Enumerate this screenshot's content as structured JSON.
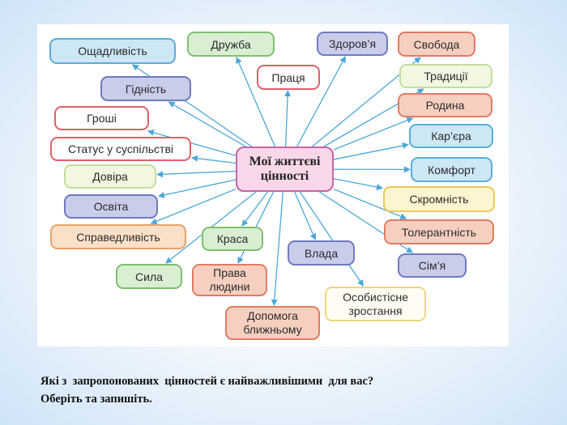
{
  "diagram": {
    "center": {
      "line1": "Мої життєві",
      "line2": "цінності"
    },
    "nodes": {
      "oshchadlyvist": "Ощадливість",
      "druzhba": "Дружба",
      "zdorovya": "Здоров’я",
      "svoboda": "Свобода",
      "pratsia": "Праця",
      "tradytsii": "Традиції",
      "hidnist": "Гідність",
      "rodyna": "Родина",
      "hroshi": "Гроші",
      "karyera": "Кар’єра",
      "status_line1": "Статус у суспільстві",
      "komfort": "Комфорт",
      "dovira": "Довіра",
      "osvita": "Освіта",
      "skromnist": "Скромність",
      "tolerantnist": "Толерантність",
      "spravedlyvist": "Справедливість",
      "krasa": "Краса",
      "vlada": "Влада",
      "simya": "Сім’я",
      "syla": "Сила",
      "prava_line1": "Права",
      "prava_line2": "людини",
      "osobyste_line1": "Особистісне",
      "osobyste_line2": "зростання",
      "dopomoha_line1": "Допомога",
      "dopomoha_line2": "ближньому"
    },
    "colors": {
      "arrow": "#4aa8d8",
      "center_border": "#c565a5",
      "center_fill": "#f8d7ea"
    }
  },
  "question": {
    "line1": "Які з  запропонованих  цінностей є найважливішими  для вас?",
    "line2": "Оберіть та запишіть."
  }
}
